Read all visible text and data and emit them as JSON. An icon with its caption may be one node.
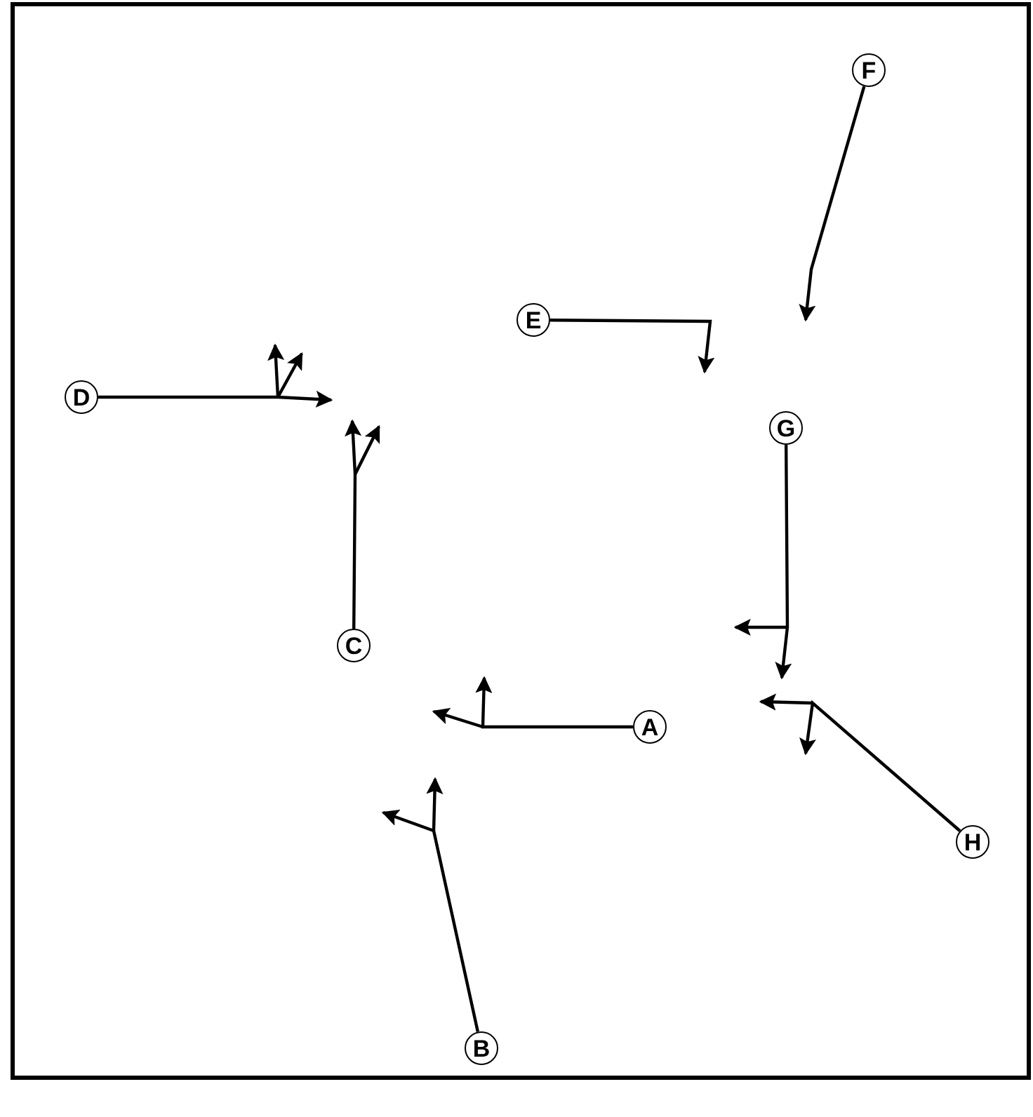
{
  "diagram": {
    "nodes": [
      {
        "text": [
          "F"
        ]
      },
      {
        "text": [
          "E"
        ]
      },
      {
        "text": [
          "D"
        ]
      },
      {
        "text": [
          "G"
        ]
      },
      {
        "text": [
          "C"
        ]
      },
      {
        "text": [
          "A"
        ]
      },
      {
        "text": [
          "H"
        ]
      },
      {
        "text": [
          "B"
        ]
      }
    ],
    "edges": [
      {
        "from": 0,
        "to": null,
        "arrow": "to"
      },
      {
        "from": 1,
        "to": null,
        "arrow": "to"
      },
      {
        "from": 2,
        "to": null,
        "arrow": "to"
      },
      {
        "from": 3,
        "to": null,
        "arrow": "to"
      },
      {
        "from": 4,
        "to": null,
        "arrow": "to"
      },
      {
        "from": 5,
        "to": null,
        "arrow": "to"
      },
      {
        "from": 6,
        "to": null,
        "arrow": "to"
      },
      {
        "from": 7,
        "to": null,
        "arrow": "to"
      }
    ]
  }
}
